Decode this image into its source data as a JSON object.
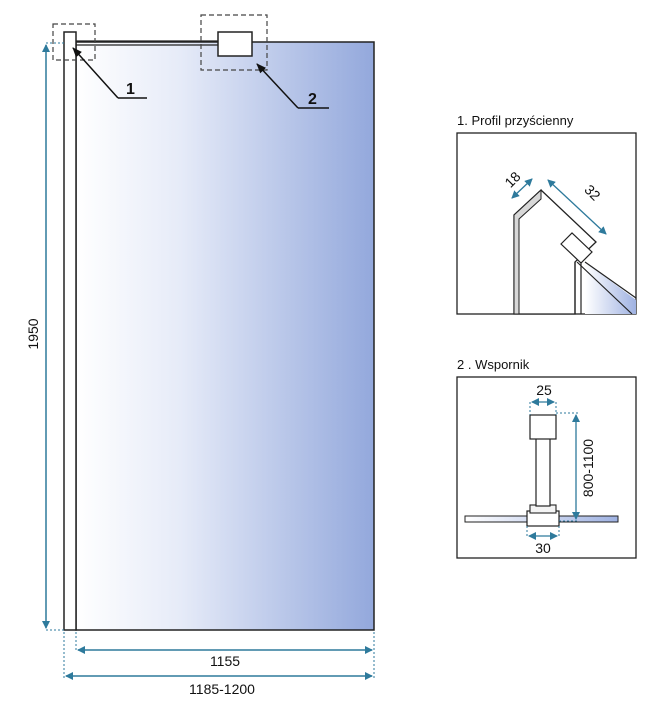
{
  "main_view": {
    "height_label": "1950",
    "glass_width_label": "1155",
    "total_width_label": "1185-1200",
    "callout_1": "1",
    "callout_2": "2"
  },
  "detail_1": {
    "title": "1.  Profil przyścienny",
    "dim_a": "18",
    "dim_b": "32"
  },
  "detail_2": {
    "title": "2 .  Wspornik",
    "dim_top": "25",
    "dim_side": "800-1100",
    "dim_bottom": "30"
  },
  "colors": {
    "outline": "#222222",
    "dimension_line": "#2e7a9c",
    "glass_light": "#ffffff",
    "glass_dark": "#93a8dc",
    "dashed_box": "#444444"
  }
}
